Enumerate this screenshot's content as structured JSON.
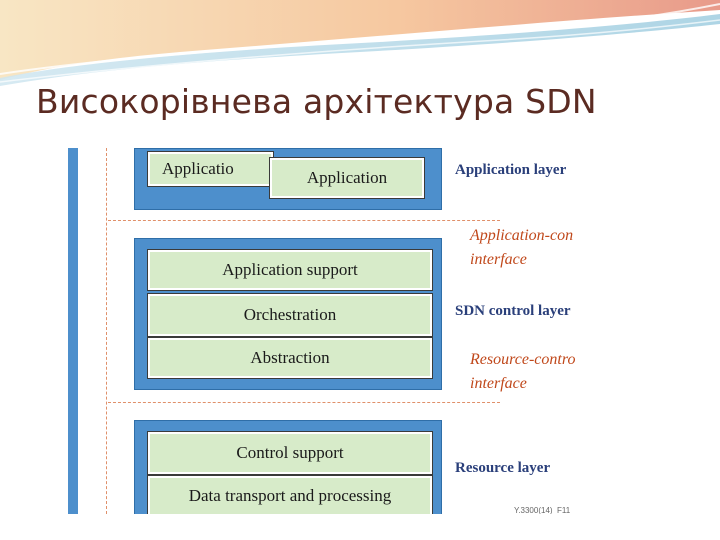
{
  "slide": {
    "title": "Високорівнева архітектура SDN"
  },
  "diagram": {
    "application_layer": {
      "components": [
        "Applicatio",
        "Application"
      ],
      "label": "Application layer"
    },
    "app_control_interface": {
      "line1": "Application-con",
      "line2": "interface"
    },
    "sdn_control_layer": {
      "components": [
        "Application support",
        "Orchestration",
        "Abstraction"
      ],
      "label": "SDN control layer"
    },
    "resource_control_interface": {
      "line1": "Resource-contro",
      "line2": "interface"
    },
    "resource_layer": {
      "components": [
        "Control support",
        "Data transport and processing"
      ],
      "label": "Resource layer"
    },
    "footnote": "Y.3300(14)_F11"
  },
  "colors": {
    "layer_fill": "#4d8fcc",
    "component_fill": "#d7ebc9",
    "interface_dash": "#e0906a",
    "interface_text": "#c0481b",
    "layer_label": "#2a3f7a",
    "title": "#5b2b22"
  }
}
